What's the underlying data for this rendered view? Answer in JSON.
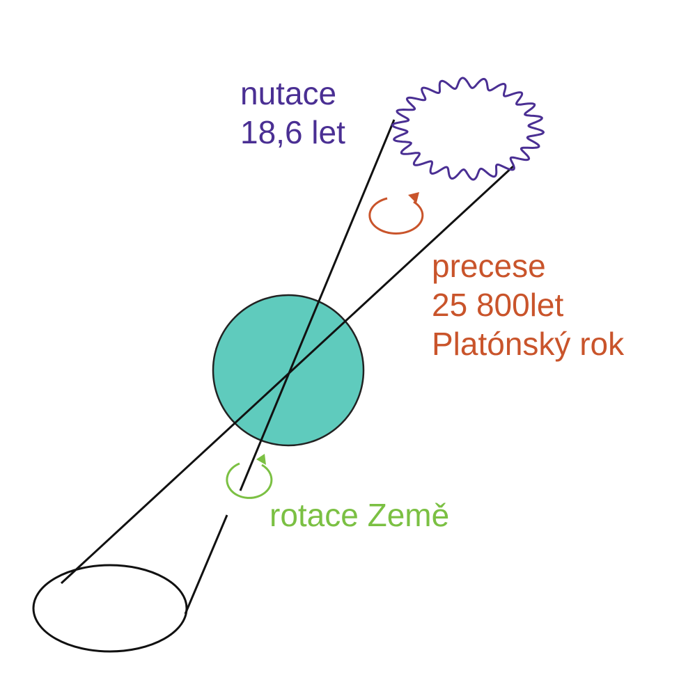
{
  "colors": {
    "background": "#ffffff",
    "lines": "#111111",
    "earth_fill": "#5fcbbd",
    "nutation": "#4a2f93",
    "precession": "#c9542b",
    "rotation": "#7bc043"
  },
  "labels": {
    "nutation": {
      "name": "nutace",
      "period": "18,6 let"
    },
    "precession": {
      "name": "precese",
      "period": "25 800let",
      "alias": "Platónský rok"
    },
    "rotation": {
      "name": "rotace Země"
    }
  },
  "icons": {
    "nutation": "wavy-circle-icon",
    "precession": "circular-arrow-icon",
    "rotation": "circular-arrow-icon"
  }
}
